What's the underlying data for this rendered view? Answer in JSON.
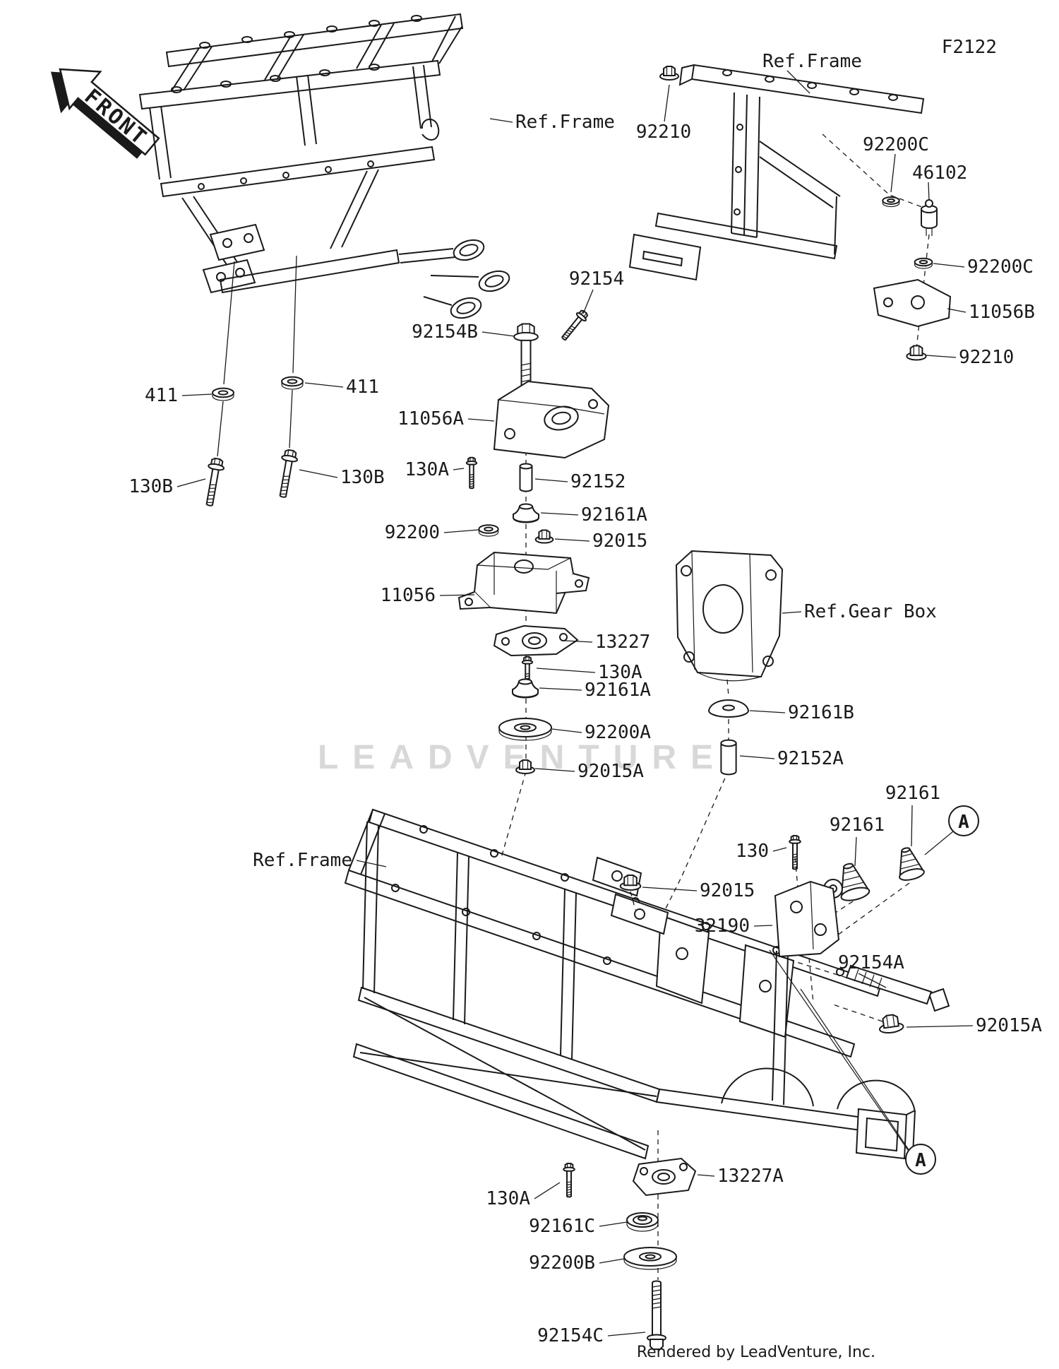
{
  "meta": {
    "diagram_code": "F2122",
    "front_arrow": "FRONT",
    "watermark": "LEADVENTURE",
    "credit": "Rendered by LeadVenture, Inc."
  },
  "refs": {
    "frame_top_left": "Ref.Frame",
    "frame_top_right": "Ref.Frame",
    "frame_mid": "Ref.Frame",
    "gear_box": "Ref.Gear Box",
    "detail_a_1": "A",
    "detail_a_2": "A"
  },
  "parts": {
    "p92210_a": "92210",
    "p92200c_a": "92200C",
    "p46102": "46102",
    "p92200c_b": "92200C",
    "p11056b": "11056B",
    "p92210_b": "92210",
    "p92154": "92154",
    "p92154b": "92154B",
    "p411_a": "411",
    "p411_b": "411",
    "p130b_a": "130B",
    "p130b_b": "130B",
    "p11056a": "11056A",
    "p130a_a": "130A",
    "p92152": "92152",
    "p92161a_a": "92161A",
    "p92200": "92200",
    "p92015_a": "92015",
    "p11056": "11056",
    "p13227": "13227",
    "p130a_b": "130A",
    "p92161a_b": "92161A",
    "p92200a": "92200A",
    "p92015a_a": "92015A",
    "p92161b": "92161B",
    "p92152a": "92152A",
    "p92161_a": "92161",
    "p92161_b": "92161",
    "p130": "130",
    "p92015_b": "92015",
    "p32190": "32190",
    "p92154a": "92154A",
    "p92015a_b": "92015A",
    "p13227a": "13227A",
    "p130a_c": "130A",
    "p92161c": "92161C",
    "p92200b": "92200B",
    "p92154c": "92154C"
  }
}
